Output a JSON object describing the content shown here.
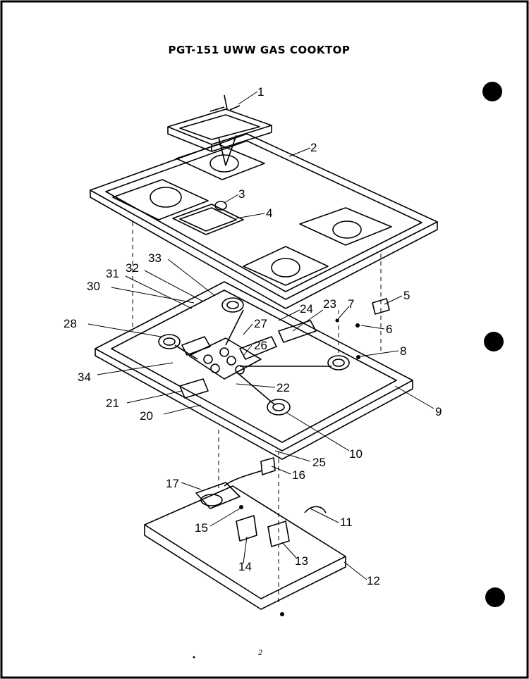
{
  "title": "PGT-151 UWW GAS COOKTOP",
  "page_number": "2",
  "callouts": [
    "1",
    "2",
    "3",
    "4",
    "5",
    "6",
    "7",
    "8",
    "9",
    "10",
    "11",
    "12",
    "13",
    "14",
    "15",
    "16",
    "17",
    "20",
    "21",
    "22",
    "23",
    "24",
    "25",
    "26",
    "27",
    "28",
    "30",
    "31",
    "32",
    "33",
    "34"
  ]
}
